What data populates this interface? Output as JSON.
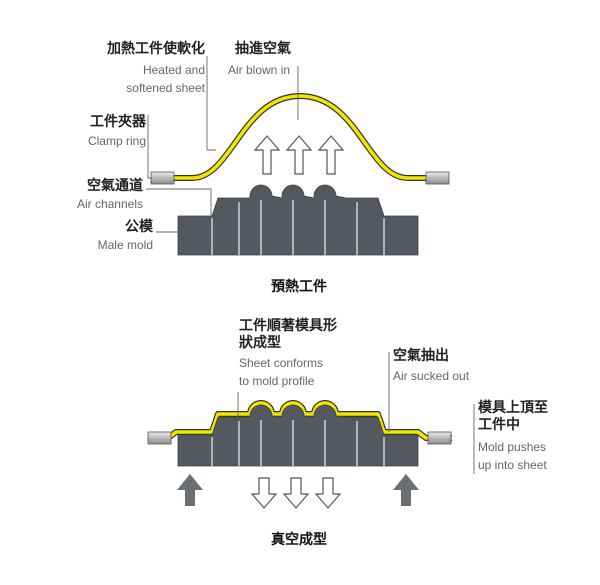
{
  "top": {
    "heated_zh": "加熱工件使軟化",
    "heated_en_1": "Heated and",
    "heated_en_2": "softened sheet",
    "air_in_zh": "抽進空氣",
    "air_in_en": "Air blown in",
    "clamp_zh": "工件夾器",
    "clamp_en": "Clamp ring",
    "channels_zh": "空氣通道",
    "channels_en": "Air channels",
    "male_zh": "公模",
    "male_en": "Male mold",
    "caption": "預熱工件"
  },
  "bottom": {
    "conform_zh_1": "工件順著模具形",
    "conform_zh_2": "狀成型",
    "conform_en_1": "Sheet conforms",
    "conform_en_2": "to mold profile",
    "sucked_zh": "空氣抽出",
    "sucked_en": "Air sucked out",
    "push_zh_1": "模具上頂至",
    "push_zh_2": "工件中",
    "push_en_1": "Mold pushes",
    "push_en_2": "up into sheet",
    "caption": "真空成型"
  },
  "colors": {
    "sheet": "#f2e600",
    "mold": "#54595f",
    "arrow_gray": "#6a6f74",
    "arrow_outline": "#555555"
  }
}
